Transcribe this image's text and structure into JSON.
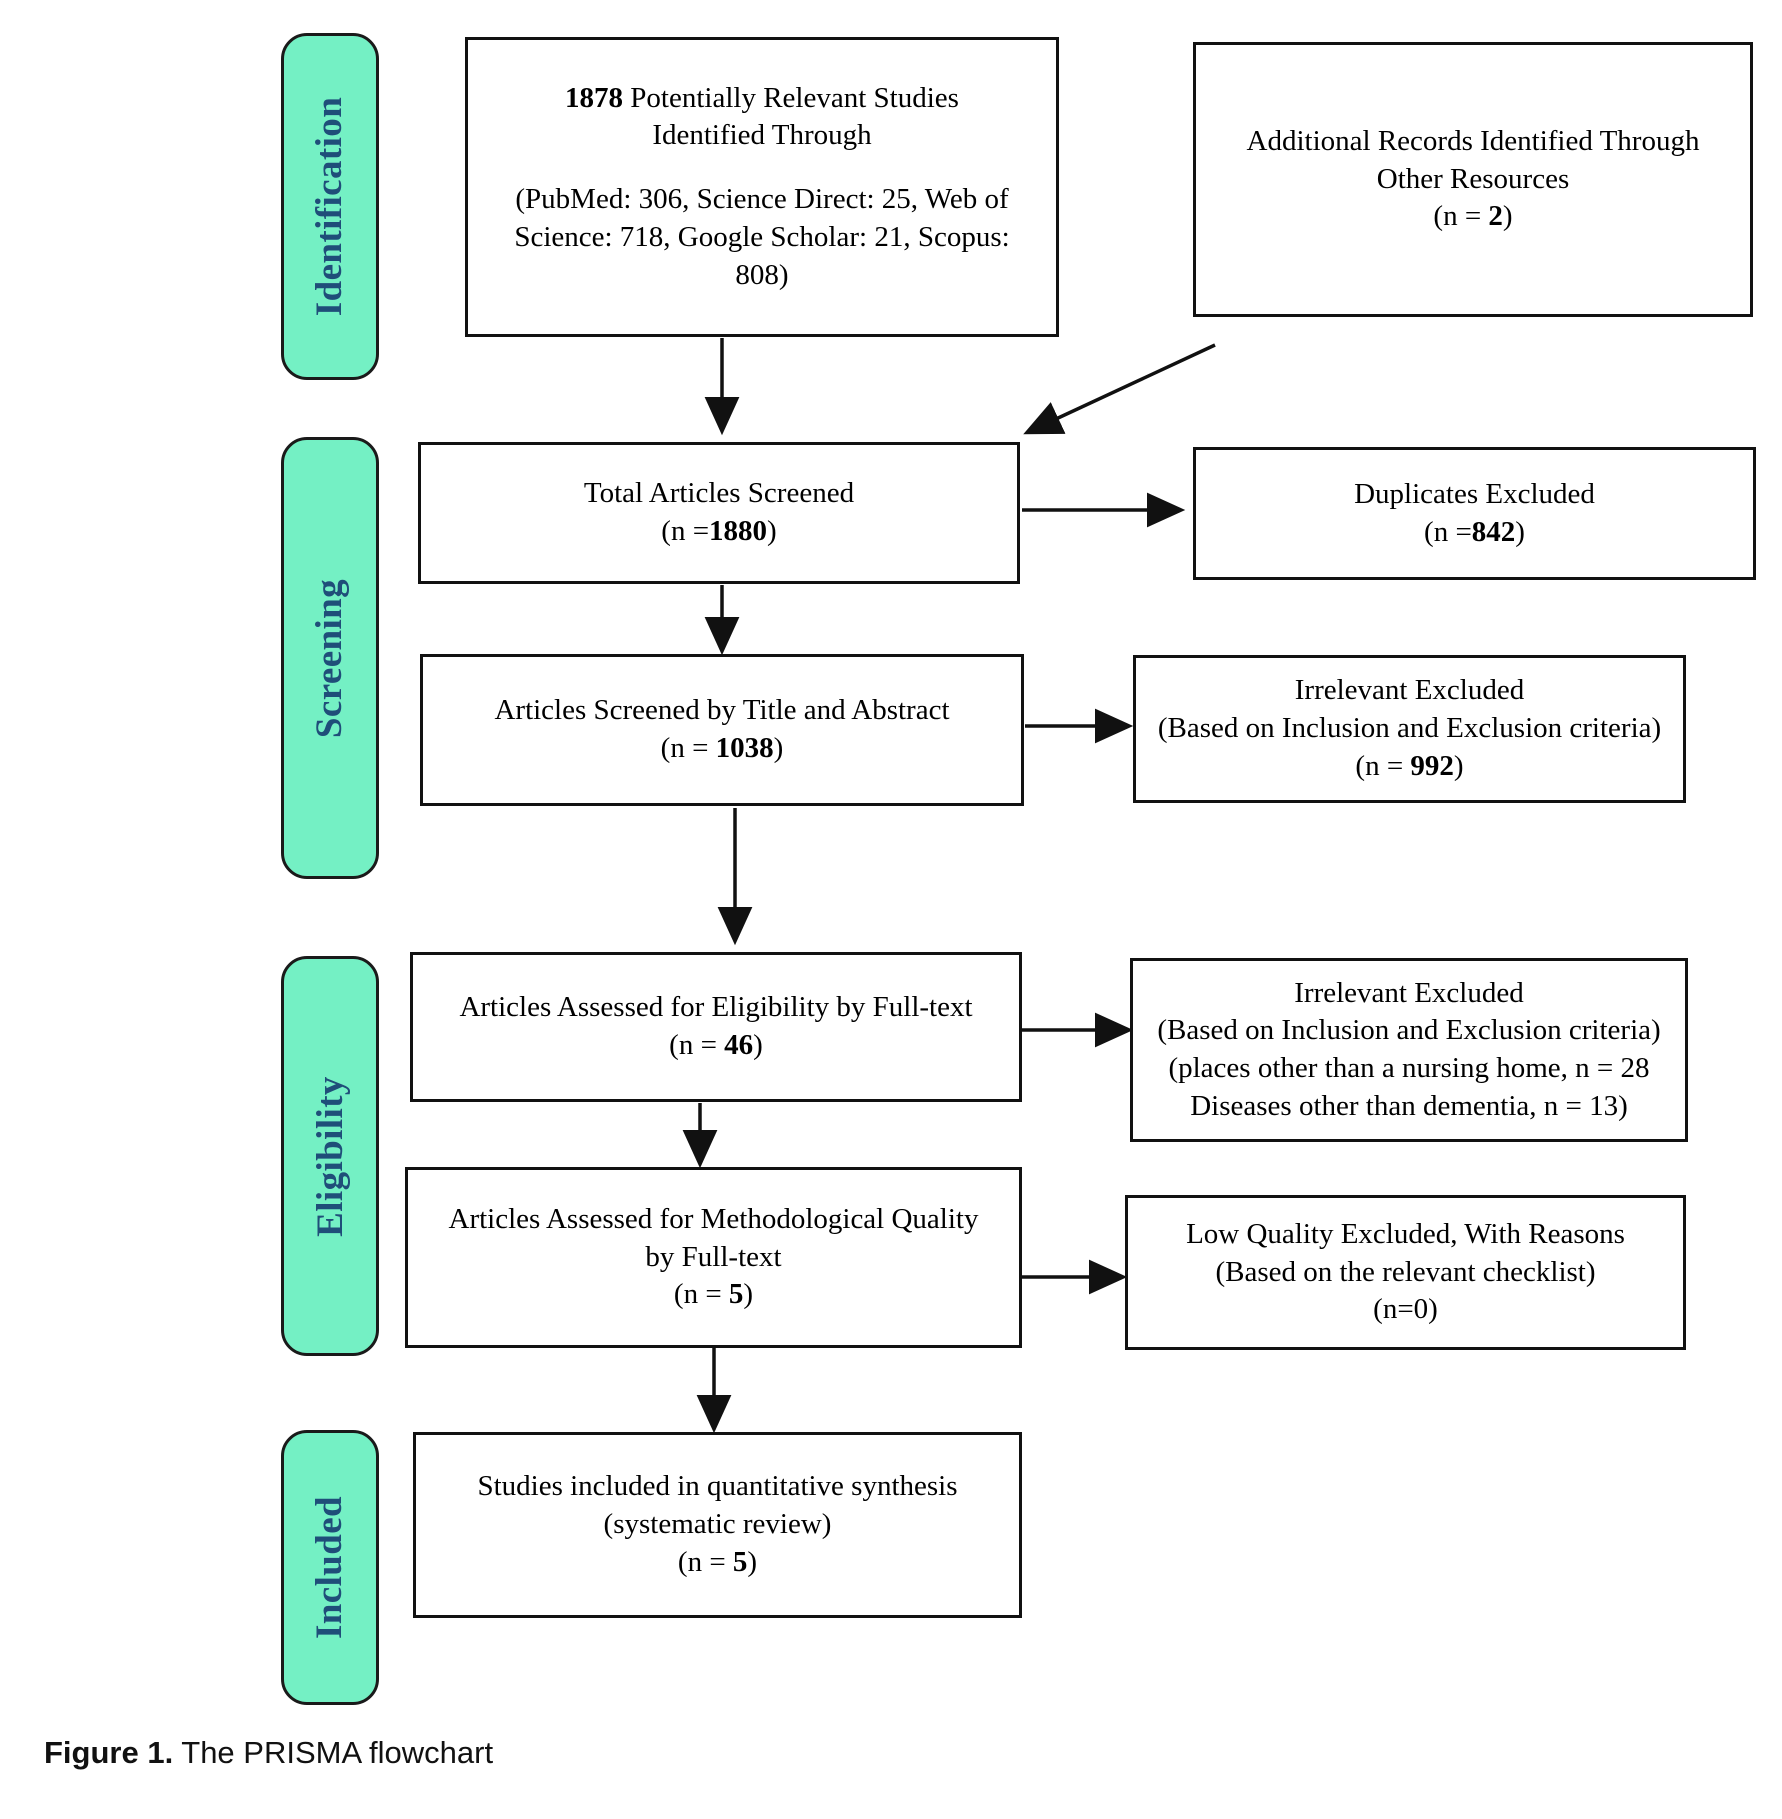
{
  "figure": {
    "caption_bold": "Figure 1.",
    "caption_rest": " The PRISMA flowchart"
  },
  "colors": {
    "stage_fill": "#74F0C4",
    "stage_text": "#1F4E79",
    "box_border": "#111111",
    "page_background": "#FFFFFF"
  },
  "stages": [
    {
      "id": "identification",
      "label": "Identification"
    },
    {
      "id": "screening",
      "label": "Screening"
    },
    {
      "id": "eligibility",
      "label": "Eligibility"
    },
    {
      "id": "included",
      "label": "Included"
    }
  ],
  "boxes": {
    "identified": {
      "line1_bold": "1878",
      "line1_rest": " Potentially Relevant Studies",
      "line2": "Identified Through",
      "line3": "(PubMed: 306, Science Direct: 25, Web of",
      "line4": "Science: 718, Google Scholar: 21, Scopus:",
      "line5": "808)"
    },
    "additional_records": {
      "line1": "Additional Records Identified Through",
      "line2": "Other Resources",
      "line3_pre": "(n = ",
      "line3_bold": "2",
      "line3_post": ")"
    },
    "total_screened": {
      "line1": "Total Articles Screened",
      "line2_pre": "(n =",
      "line2_bold": "1880",
      "line2_post": ")"
    },
    "duplicates_excluded": {
      "line1": "Duplicates Excluded",
      "line2_pre": "(n =",
      "line2_bold": "842",
      "line2_post": ")"
    },
    "screened_title_abstract": {
      "line1": "Articles Screened by Title and Abstract",
      "line2_pre": "(n = ",
      "line2_bold": "1038",
      "line2_post": ")"
    },
    "irrelevant_excluded_screening": {
      "line1": "Irrelevant Excluded",
      "line2": "(Based on Inclusion and Exclusion criteria)",
      "line3_pre": "(n = ",
      "line3_bold": "992",
      "line3_post": ")"
    },
    "eligibility_fulltext": {
      "line1": "Articles Assessed for Eligibility by Full-text",
      "line2_pre": "(n = ",
      "line2_bold": "46",
      "line2_post": ")"
    },
    "irrelevant_excluded_eligibility": {
      "line1": "Irrelevant Excluded",
      "line2": "(Based on Inclusion and Exclusion criteria)",
      "line3": "(places other than a nursing home, n = 28",
      "line4": "Diseases other than dementia, n = 13)"
    },
    "methodological_quality": {
      "line1": "Articles Assessed for Methodological Quality",
      "line2": "by Full-text",
      "line3_pre": "(n = ",
      "line3_bold": "5",
      "line3_post": ")"
    },
    "low_quality_excluded": {
      "line1": "Low Quality Excluded, With Reasons",
      "line2": "(Based on the relevant checklist)",
      "line3": "(n=0)"
    },
    "included_studies": {
      "line1": "Studies included in quantitative synthesis",
      "line2": "(systematic review)",
      "line3_pre": "(n = ",
      "line3_bold": "5",
      "line3_post": ")"
    }
  }
}
